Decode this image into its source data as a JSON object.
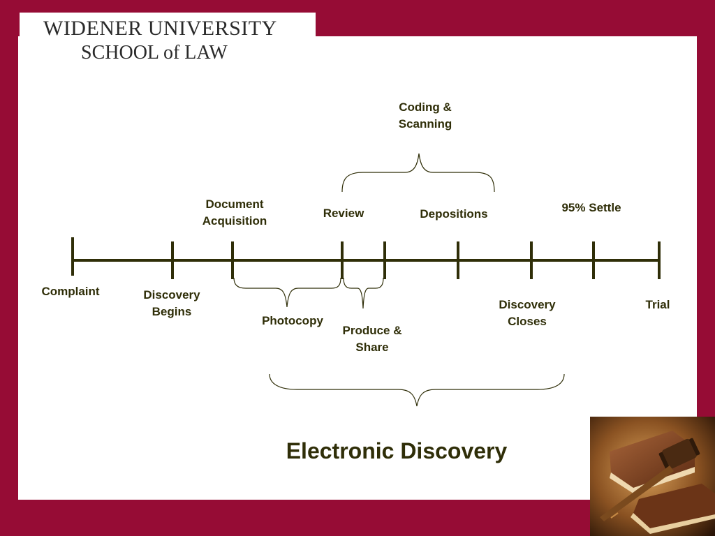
{
  "header": {
    "logo_line1": "WIDENER UNIVERSITY",
    "logo_line2": "SCHOOL of LAW"
  },
  "diagram": {
    "above": {
      "coding": "Coding &\nScanning",
      "document_acquisition": "Document\nAcquisition",
      "review": "Review",
      "depositions": "Depositions",
      "settle": "95% Settle"
    },
    "below": {
      "complaint": "Complaint",
      "discovery_begins": "Discovery\nBegins",
      "photocopy": "Photocopy",
      "produce_share": "Produce &\nShare",
      "discovery_closes": "Discovery\nCloses",
      "trial": "Trial"
    },
    "title": "Electronic  Discovery"
  },
  "colors": {
    "background": "#960C35",
    "ink": "#2F2E08",
    "panel": "#ffffff"
  },
  "image": {
    "icon": "gavel-and-books-photo"
  }
}
